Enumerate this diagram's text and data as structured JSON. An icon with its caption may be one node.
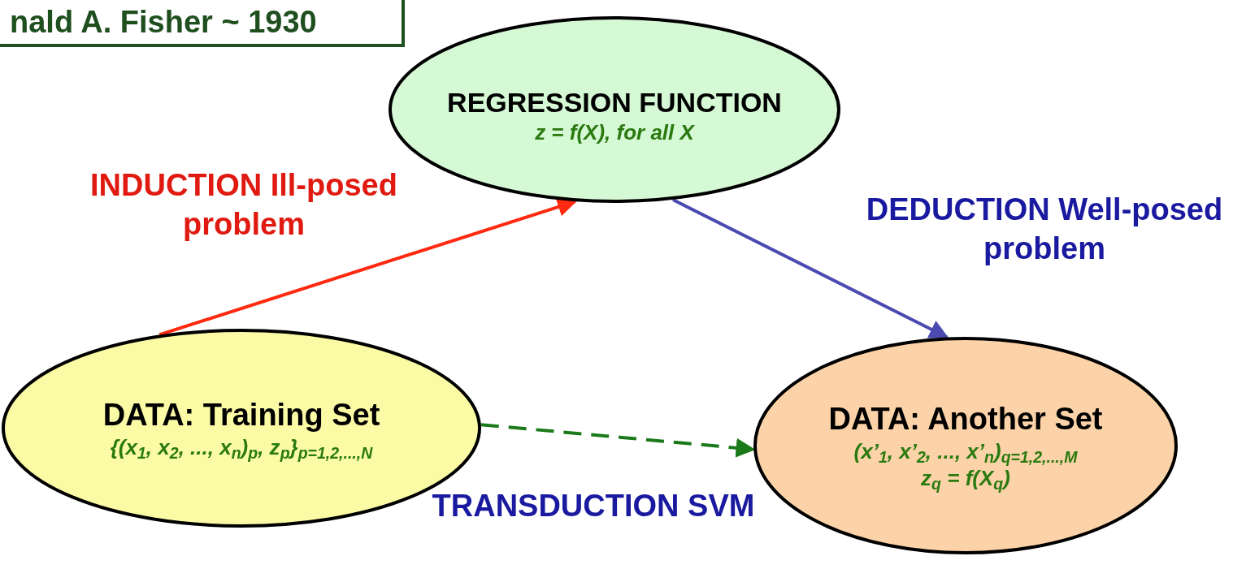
{
  "diagram": {
    "nodes": [
      {
        "text": [
          "nald A. Fisher ~ 1930"
        ]
      },
      {
        "text": [
          "REGRESSION FUNCTION",
          "z = f(X), for all X"
        ]
      },
      {
        "text": [
          "DATA: Training Set",
          "{(x$_{1}$, x$_{2}$, ..., x$_{n}$)$_{p}$, z$_{p}$}$_{p=1,2,...,N}$"
        ]
      },
      {
        "text": [
          "DATA: Another Set",
          "(x’$_{1}$, x’$_{2}$, ..., x’$_{n}$)$_{q=1,2,...,M}$",
          "z$_{q}$  = f(X$_{q}$)"
        ]
      }
    ],
    "edges": [
      {
        "from": 2,
        "to": 1,
        "arrow": "to",
        "label": "INDUCTION Ill-posed problem",
        "color": "#ff2a10"
      },
      {
        "from": 1,
        "to": 3,
        "arrow": "to",
        "label": "DEDUCTION Well-posed problem",
        "color": "#4a4ab0"
      },
      {
        "from": 2,
        "to": 3,
        "arrow": "to",
        "label": "TRANSDUCTION SVM",
        "style": "dashed",
        "color": "#1a7a1a"
      }
    ]
  }
}
